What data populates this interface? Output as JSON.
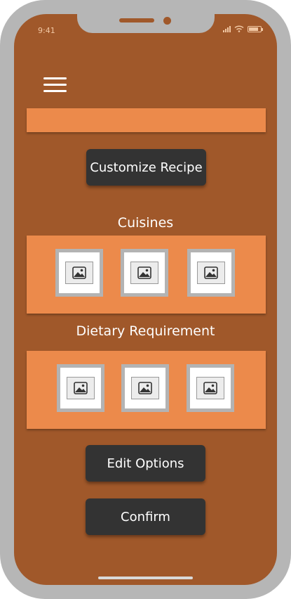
{
  "status_bar": {
    "time": "9:41"
  },
  "buttons": {
    "customize_recipe": "Customize Recipe",
    "edit_options": "Edit Options",
    "confirm": "Confirm"
  },
  "sections": {
    "cuisines": {
      "title": "Cuisines"
    },
    "dietary": {
      "title": "Dietary Requirement"
    }
  },
  "colors": {
    "background": "#a0582a",
    "panel": "#ec8a4b",
    "button": "#333333",
    "frame": "#b6b6b6"
  },
  "icons": {
    "menu": "hamburger-menu-icon",
    "image_placeholder": "image-icon"
  }
}
